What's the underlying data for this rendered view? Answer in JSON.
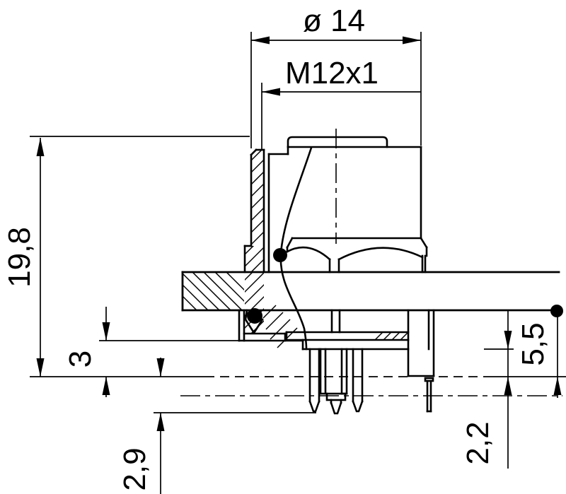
{
  "drawing": {
    "type": "technical-section-drawing",
    "background_color": "#ffffff",
    "line_color": "#000000",
    "dimensions": {
      "diameter_label": "ø 14",
      "thread_label": "M12x1",
      "overall_height_label": "19,8",
      "standoff_label": "3",
      "pin_protrusion_label": "2,9",
      "below_panel_label": "5,5",
      "clearance_label": "2,2"
    }
  }
}
